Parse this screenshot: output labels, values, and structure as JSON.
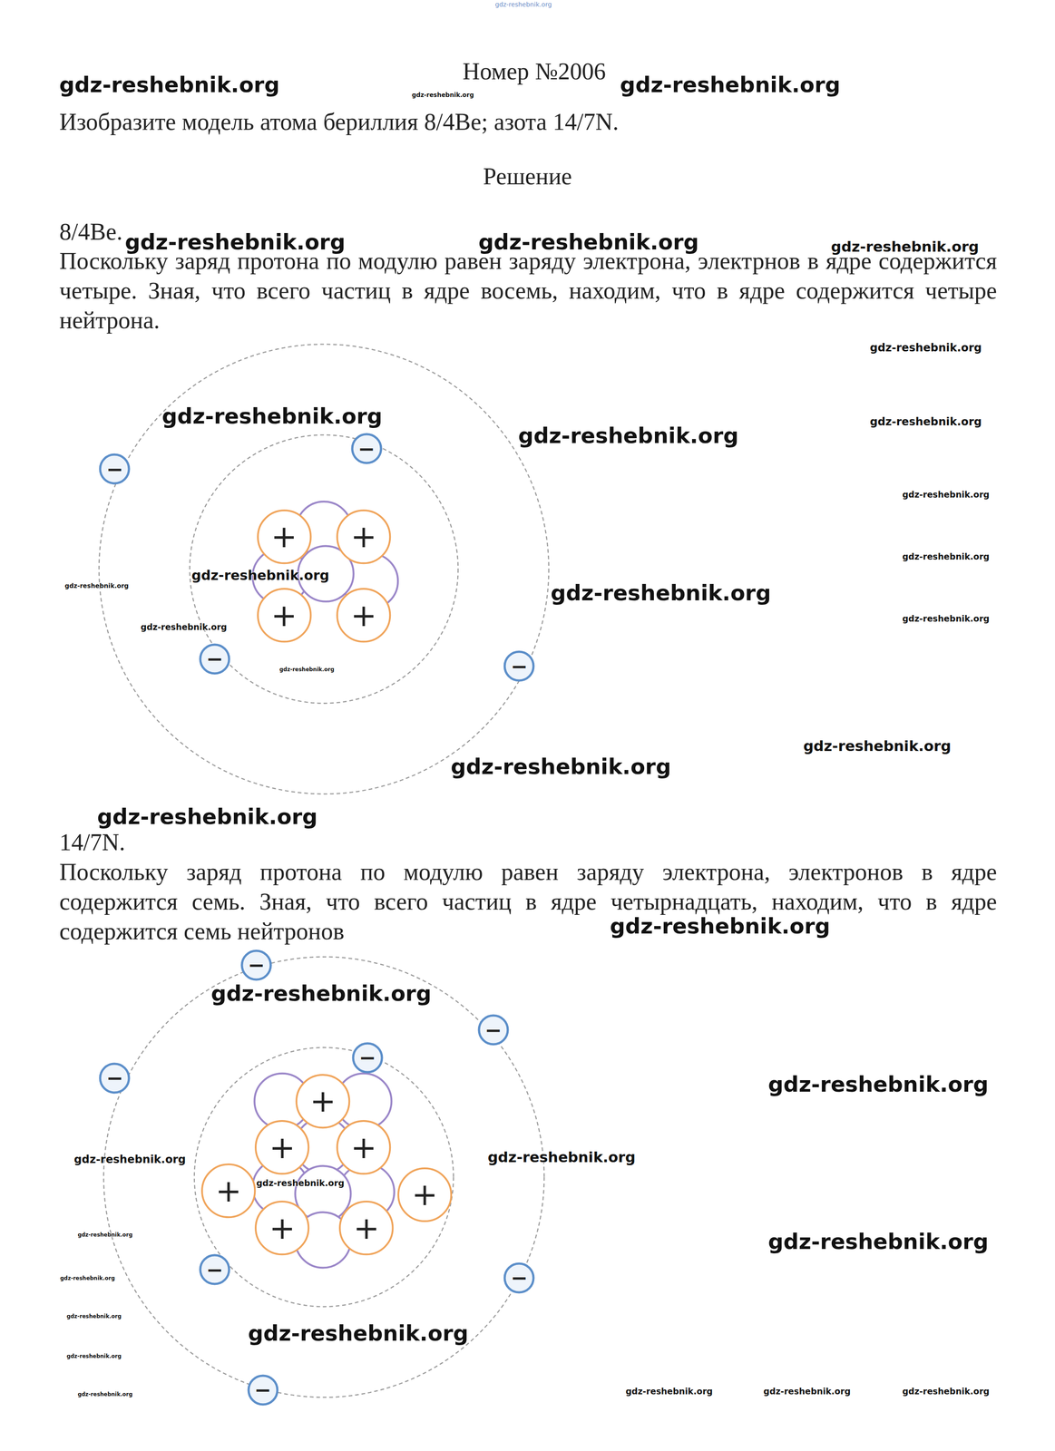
{
  "diagram": {
    "title": "Номер №2006",
    "nodes": [
      {
        "text": [
          "−"
        ]
      },
      {
        "text": [
          "−"
        ]
      },
      {
        "text": [
          "−"
        ]
      },
      {
        "text": [
          "−"
        ]
      },
      {
        "text": [
          "+"
        ]
      },
      {
        "text": [
          "+"
        ]
      },
      {
        "text": [
          "+"
        ]
      },
      {
        "text": [
          "+"
        ]
      },
      {
        "text": [
          "−"
        ]
      },
      {
        "text": [
          "−"
        ]
      },
      {
        "text": [
          "−"
        ]
      },
      {
        "text": [
          "−"
        ]
      },
      {
        "text": [
          "−"
        ]
      },
      {
        "text": [
          "−"
        ]
      },
      {
        "text": [
          "−"
        ]
      },
      {
        "text": [
          "+"
        ]
      },
      {
        "text": [
          "+"
        ]
      },
      {
        "text": [
          "+"
        ]
      },
      {
        "text": [
          "+"
        ]
      },
      {
        "text": [
          "+"
        ]
      },
      {
        "text": [
          "+"
        ]
      },
      {
        "text": [
          "+"
        ]
      }
    ],
    "labels": [
      "Изобразите модель атома бериллия 8/4Be; азота 14/7N.",
      "Решение",
      "8/4Be.",
      "Поскольку заряд протона по модулю равен заряду электрона, электрнов в ядре содержится четыре. Зная, что всего частиц в ядре восемь, находим, что в ядре содержится четыре нейтрона.",
      "14/7N.",
      "Поскольку заряд протона по модулю равен заряду электрона, электронов в ядре содержится семь. Зная, что всего частиц в ядре четырнадцать, находим, что в ядре содержится семь нейтронов",
      "gdz-reshebnik.org",
      "gdz-reshebnik.org",
      "gdz-reshebnik.org",
      "gdz-reshebnik.org",
      "gdz-reshebnik.org",
      "gdz-reshebnik.org",
      "gdz-reshebnik.org",
      "gdz-reshebnik.org",
      "gdz-reshebnik.org",
      "gdz-reshebnik.org",
      "gdz-reshebnik.org",
      "gdz-reshebnik.org",
      "gdz-reshebnik.org",
      "gdz-reshebnik.org",
      "gdz-reshebnik.org",
      "gdz-reshebnik.org",
      "gdz-reshebnik.org",
      "gdz-reshebnik.org",
      "gdz-reshebnik.org",
      "gdz-reshebnik.org",
      "gdz-reshebnik.org",
      "gdz-reshebnik.org",
      "gdz-reshebnik.org",
      "gdz-reshebnik.org",
      "gdz-reshebnik.org",
      "gdz-reshebnik.org",
      "gdz-reshebnik.org",
      "gdz-reshebnik.org",
      "gdz-reshebnik.org",
      "gdz-reshebnik.org",
      "gdz-reshebnik.org",
      "gdz-reshebnik.org",
      "gdz-reshebnik.org",
      "gdz-reshebnik.org",
      "gdz-reshebnik.org",
      "gdz-reshebnik.org",
      "gdz-reshebnik.org",
      "gdz-reshebnik.org"
    ]
  }
}
